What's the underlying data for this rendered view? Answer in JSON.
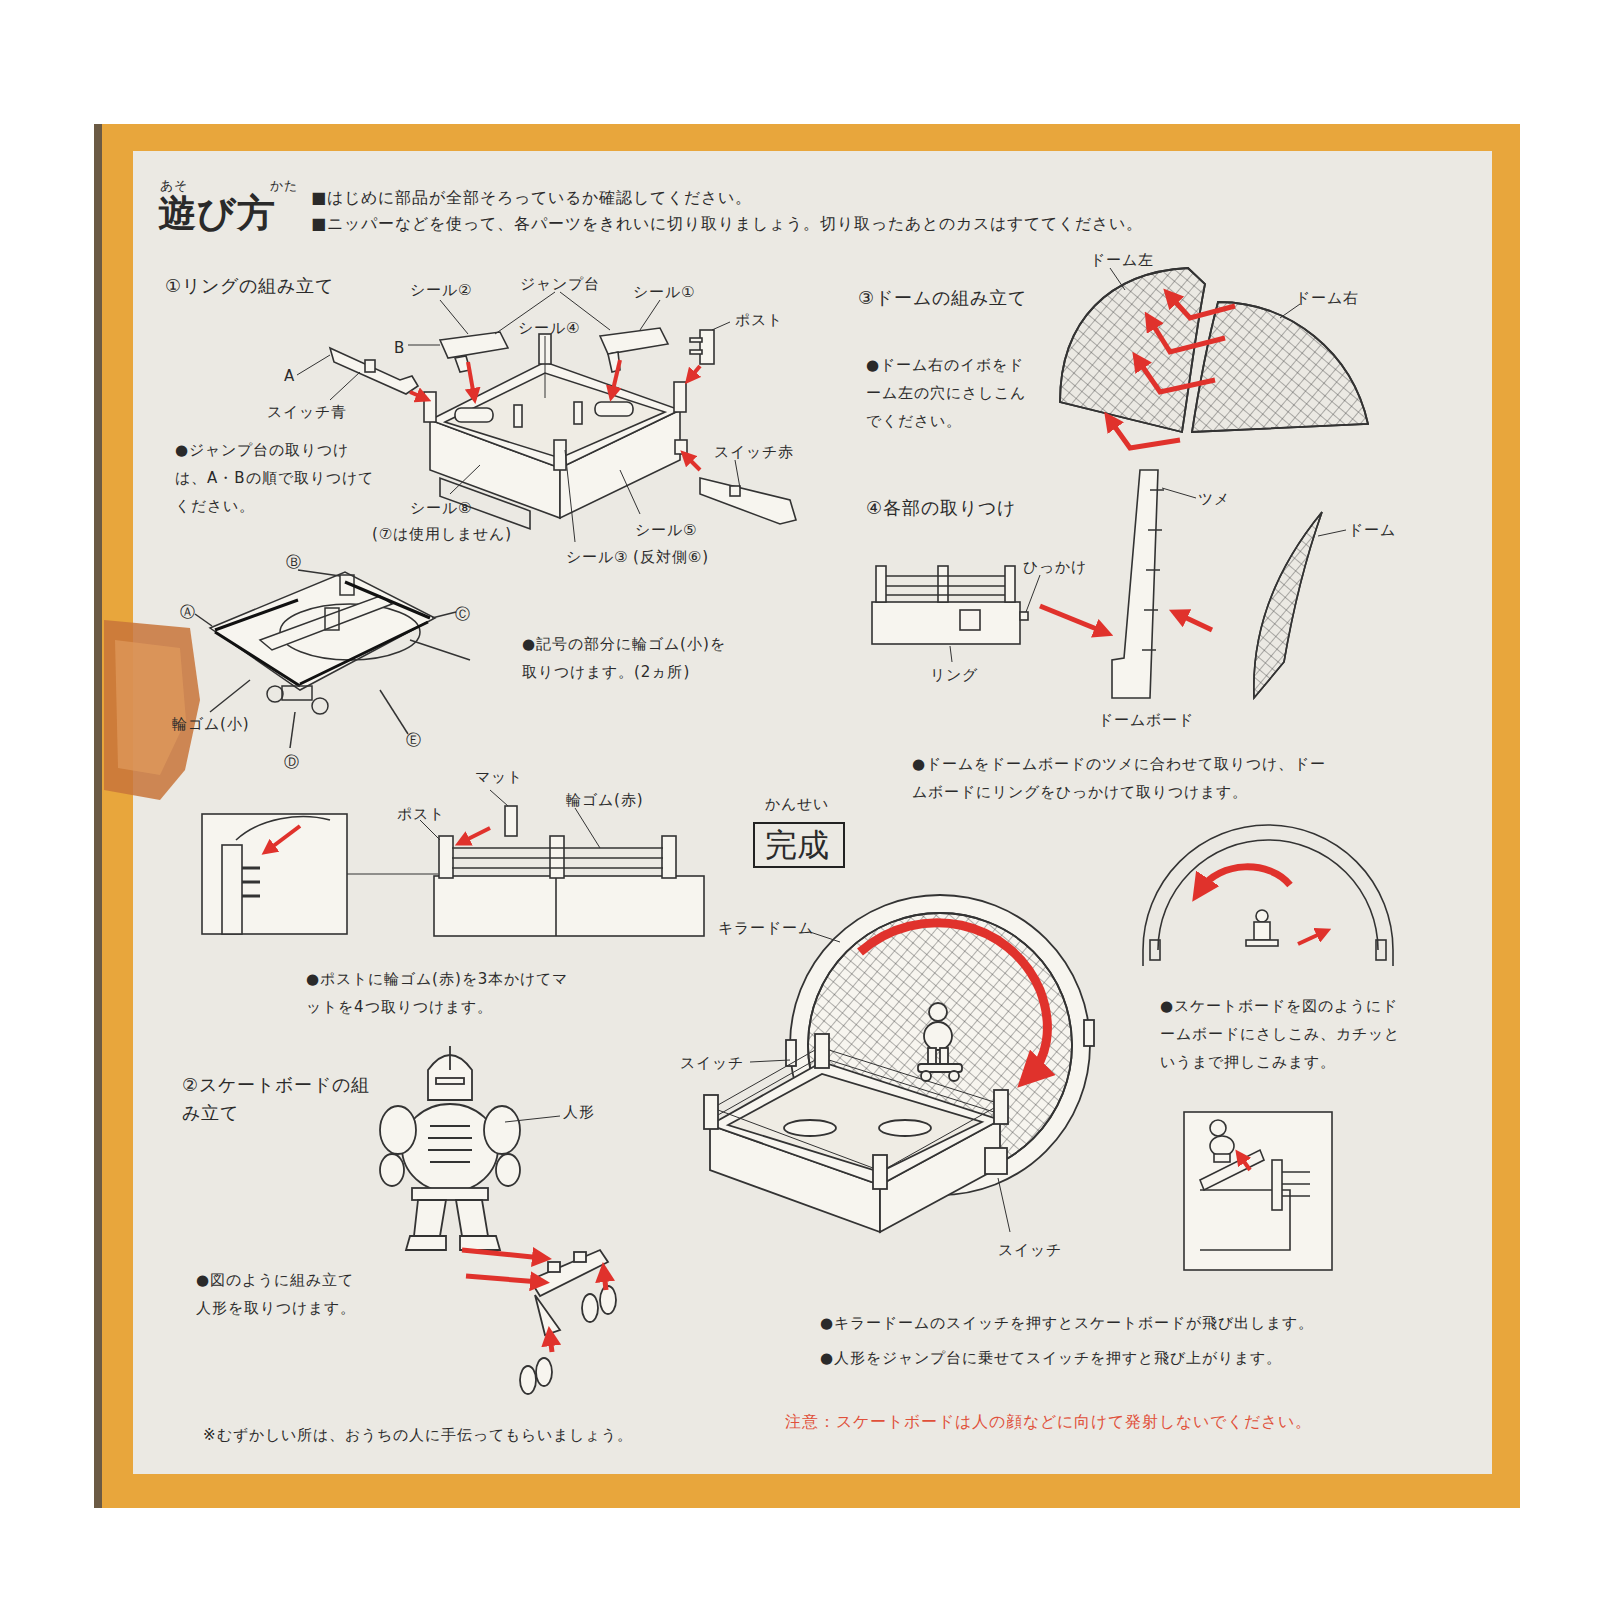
{
  "diagram": {
    "title": "遊び方",
    "nodes": [
      {
        "text": [
          "完成"
        ]
      }
    ],
    "labels": [
      "あそ",
      "かた",
      "■はじめに部品が全部そろっているか確認してください。",
      "■ニッパーなどを使って、各パーツをきれいに切り取りましょう。切り取ったあとのカスはすててください。",
      "①リングの組み立て",
      "シール②",
      "ジャンプ台",
      "シール①",
      "B",
      "シール④",
      "ポスト",
      "A",
      "スイッチ青",
      "スイッチ赤",
      "●ジャンプ台の取りつけは、A・Bの順で取りつけてください。",
      "シール⑧",
      "(⑦は使用しません)",
      "シール③",
      "シール⑤",
      "(反対側⑥)",
      "Ⓑ",
      "Ⓐ",
      "Ⓒ",
      "輪ゴム(小)",
      "Ⓓ",
      "Ⓔ",
      "●記号の部分に輪ゴム(小)を取りつけます。(2ヵ所)",
      "マット",
      "ポスト",
      "輪ゴム(赤)",
      "●ポストに輪ゴム(赤)を3本かけてマットを4つ取りつけます。",
      "③ドームの組み立て",
      "ドーム左",
      "ドーム右",
      "●ドーム右のイボをドーム左の穴にさしこんでください。",
      "④各部の取りつけ",
      "ツメ",
      "ひっかけ",
      "ドーム",
      "リング",
      "ドームボード",
      "●ドームをドームボードのツメに合わせて取りつけ、ドームボードにリングをひっかけて取りつけます。",
      "かんせい",
      "キラードーム",
      "スイッチ",
      "スイッチ",
      "●スケートボードを図のようにドームボードにさしこみ、カチッというまで押しこみます。",
      "②スケートボードの組み立て",
      "人形",
      "●図のように組み立て人形を取りつけます。",
      "●キラードームのスイッチを押すとスケートボードが飛び出します。",
      "●人形をジャンプ台に乗せてスイッチを押すと飛び上がります。",
      "※むずかしい所は、おうちの人に手伝ってもらいましょう。",
      "注意：スケートボードは人の顔などに向けて発射しないでください。"
    ]
  }
}
